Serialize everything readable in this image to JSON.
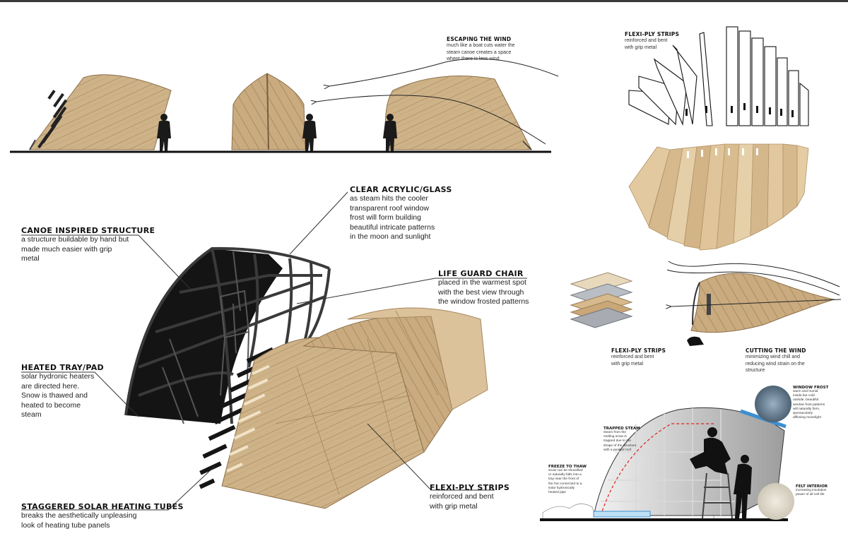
{
  "labels": {
    "escaping_wind": {
      "title": "ESCAPING THE WIND",
      "lines": [
        "much like a boat cuts water the",
        "steam canoe creates a space",
        "where there is less wind"
      ]
    },
    "flexiply_top": {
      "title": "FLEXI-PLY STRIPS",
      "lines": [
        "reinforced and bent",
        "with grip metal"
      ]
    },
    "clear_acrylic": {
      "title": "CLEAR ACRYLIC/GLASS",
      "lines": [
        "as steam hits the cooler",
        "transparent roof window",
        "frost will form building",
        "beautiful intricate patterns",
        "in the moon and sunlight"
      ]
    },
    "canoe_structure": {
      "title": "CANOE INSPIRED STRUCTURE",
      "lines": [
        "a structure buildable by hand but",
        "made much easier with grip",
        "metal"
      ]
    },
    "life_guard_chair": {
      "title": "LIFE GUARD CHAIR",
      "lines": [
        "placed in the warmest spot",
        "with the best view through",
        "the window frosted patterns"
      ]
    },
    "heated_tray": {
      "title": "HEATED TRAY/PAD",
      "lines": [
        "solar hydronic heaters",
        "are directed here.",
        "Snow is thawed and",
        "heated to become",
        "steam"
      ]
    },
    "flexiply_main": {
      "title": "FLEXI-PLY STRIPS",
      "lines": [
        "reinforced and bent",
        "with grip metal"
      ]
    },
    "staggered_tubes": {
      "title": "STAGGERED SOLAR HEATING TUBES",
      "lines": [
        "breaks the aesthetically unpleasing",
        "look of heating tube panels"
      ]
    },
    "flexiply_layers": {
      "title": "FLEXI-PLY STRIPS",
      "lines": [
        "reinforced and bent",
        "with grip metal"
      ]
    },
    "cutting_wind": {
      "title": "CUTTING THE WIND",
      "lines": [
        "minimizing wind chill and",
        "reducing wind strain on the",
        "structure"
      ]
    },
    "window_frost": {
      "title": "WINDOW FROST",
      "lines": [
        "warm and humid",
        "inside but cold",
        "outside, beautiful",
        "window frost patterns",
        "will naturally form,",
        "spectacularly",
        "diffusing moonlight"
      ]
    },
    "trapped_steam": {
      "title": "TRAPPED STEAM",
      "lines": [
        "steam from the",
        "melting snow is",
        "trapped due to the",
        "shape of the structure",
        "with a peaked roof"
      ]
    },
    "freeze_to_thaw": {
      "title": "FREEZE TO THAW",
      "lines": [
        "snow can be shovelled",
        "or naturally falls into a",
        "tray near the front of",
        "the hut connected to a",
        "solar hydronically",
        "heated pipe"
      ]
    },
    "felt_interior": {
      "title": "FELT INTERIOR",
      "lines": [
        "increasing insulation",
        "power of all cell tile"
      ]
    }
  },
  "colors": {
    "wood_light": "#d9bf94",
    "wood_mid": "#b9996d",
    "wood_dark": "#8e704c",
    "frame": "#2a2a2a",
    "accent_blue": "#3b8fd1"
  }
}
